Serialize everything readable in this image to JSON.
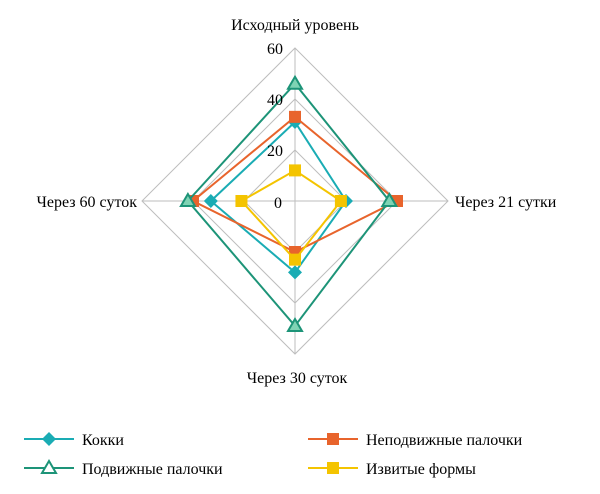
{
  "chart_data": {
    "type": "radar",
    "categories": [
      "Исходный уровень",
      "Через 21 сутки",
      "Через 30 суток",
      "Через 60 суток"
    ],
    "rlim": [
      0,
      60
    ],
    "ticks": [
      "0",
      "20",
      "40",
      "60"
    ],
    "grid": true,
    "legend_position": "bottom",
    "series": [
      {
        "name": "Кокки",
        "values": [
          31,
          20,
          28,
          33
        ],
        "color": "#1aacb4",
        "marker": "diamond"
      },
      {
        "name": "Неподвижные палочки",
        "values": [
          33,
          40,
          20,
          40
        ],
        "color": "#e8642c",
        "marker": "square"
      },
      {
        "name": "Подвижные палочки",
        "values": [
          46,
          37,
          49,
          42
        ],
        "color": "#1d9478",
        "marker": "triangle"
      },
      {
        "name": "Извитые формы",
        "values": [
          12,
          18,
          23,
          21
        ],
        "color": "#f4c400",
        "marker": "square"
      }
    ]
  }
}
